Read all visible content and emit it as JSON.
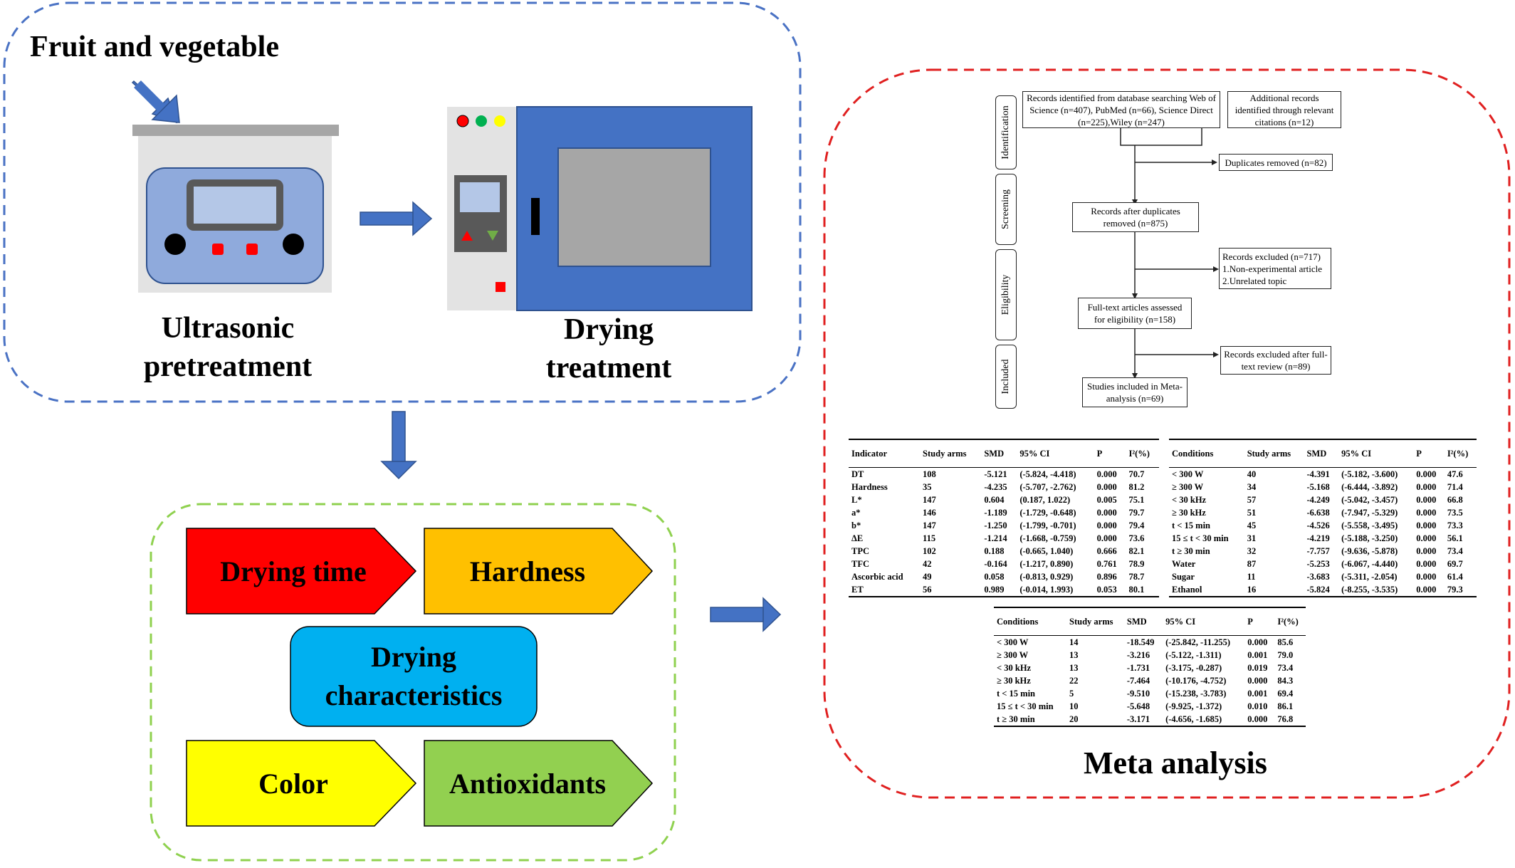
{
  "pretreatment": {
    "source_label": "Fruit and vegetable",
    "ultrasonic_label": "Ultrasonic pretreatment",
    "drying_label": "Drying treatment"
  },
  "outcomes": {
    "drying_time": "Drying time",
    "hardness": "Hardness",
    "drying_characteristics": "Drying characteristics",
    "color": "Color",
    "antioxidants": "Antioxidants"
  },
  "meta": {
    "title": "Meta analysis",
    "prisma": {
      "phases": [
        "Identification",
        "Screening",
        "Eligibility",
        "Included"
      ],
      "db_records": "Records identified from database searching Web of Science (n=407), PubMed (n=66), Science Direct (n=225),Wiley (n=247)",
      "additional_records": "Additional records identified through relevant citations (n=12)",
      "duplicates_removed": "Duplicates removed (n=82)",
      "after_duplicates": "Records after duplicates removed (n=875)",
      "excluded": "Records excluded (n=717)\n1.Non-experimental article\n2.Unrelated topic",
      "fulltext": "Full-text articles assessed for eligibility (n=158)",
      "excluded_fulltext": "Records excluded after full-text review (n=89)",
      "included": "Studies included in Meta-analysis (n=69)"
    },
    "table1": {
      "headers": [
        "Indicator",
        "Study arms",
        "SMD",
        "95% CI",
        "P",
        "I²(%)"
      ],
      "rows": [
        [
          "DT",
          "108",
          "-5.121",
          "(-5.824, -4.418)",
          "0.000",
          "70.7"
        ],
        [
          "Hardness",
          "35",
          "-4.235",
          "(-5.707, -2.762)",
          "0.000",
          "81.2"
        ],
        [
          "L*",
          "147",
          "0.604",
          "(0.187, 1.022)",
          "0.005",
          "75.1"
        ],
        [
          "a*",
          "146",
          "-1.189",
          "(-1.729, -0.648)",
          "0.000",
          "79.7"
        ],
        [
          "b*",
          "147",
          "-1.250",
          "(-1.799, -0.701)",
          "0.000",
          "79.4"
        ],
        [
          "ΔE",
          "115",
          "-1.214",
          "(-1.668, -0.759)",
          "0.000",
          "73.6"
        ],
        [
          "TPC",
          "102",
          "0.188",
          "(-0.665, 1.040)",
          "0.666",
          "82.1"
        ],
        [
          "TFC",
          "42",
          "-0.164",
          "(-1.217, 0.890)",
          "0.761",
          "78.9"
        ],
        [
          "Ascorbic acid",
          "49",
          "0.058",
          "(-0.813, 0.929)",
          "0.896",
          "78.7"
        ],
        [
          "ET",
          "56",
          "0.989",
          "(-0.014, 1.993)",
          "0.053",
          "80.1"
        ]
      ]
    },
    "table2": {
      "headers": [
        "Conditions",
        "Study arms",
        "SMD",
        "95% CI",
        "P",
        "I²(%)"
      ],
      "rows": [
        [
          "< 300 W",
          "40",
          "-4.391",
          "(-5.182, -3.600)",
          "0.000",
          "47.6"
        ],
        [
          "≥ 300 W",
          "34",
          "-5.168",
          "(-6.444, -3.892)",
          "0.000",
          "71.4"
        ],
        [
          "< 30 kHz",
          "57",
          "-4.249",
          "(-5.042, -3.457)",
          "0.000",
          "66.8"
        ],
        [
          "≥ 30 kHz",
          "51",
          "-6.638",
          "(-7.947, -5.329)",
          "0.000",
          "73.5"
        ],
        [
          "t < 15 min",
          "45",
          "-4.526",
          "(-5.558, -3.495)",
          "0.000",
          "73.3"
        ],
        [
          "15 ≤ t < 30 min",
          "31",
          "-4.219",
          "(-5.188, -3.250)",
          "0.000",
          "56.1"
        ],
        [
          "t ≥ 30 min",
          "32",
          "-7.757",
          "(-9.636, -5.878)",
          "0.000",
          "73.4"
        ],
        [
          "Water",
          "87",
          "-5.253",
          "(-6.067, -4.440)",
          "0.000",
          "69.7"
        ],
        [
          "Sugar",
          "11",
          "-3.683",
          "(-5.311, -2.054)",
          "0.000",
          "61.4"
        ],
        [
          "Ethanol",
          "16",
          "-5.824",
          "(-8.255, -3.535)",
          "0.000",
          "79.3"
        ]
      ]
    },
    "table3": {
      "headers": [
        "Conditions",
        "Study arms",
        "SMD",
        "95% CI",
        "P",
        "I²(%)"
      ],
      "rows": [
        [
          "< 300 W",
          "14",
          "-18.549",
          "(-25.842, -11.255)",
          "0.000",
          "85.6"
        ],
        [
          "≥ 300 W",
          "13",
          "-3.216",
          "(-5.122, -1.311)",
          "0.001",
          "79.0"
        ],
        [
          "< 30 kHz",
          "13",
          "-1.731",
          "(-3.175, -0.287)",
          "0.019",
          "73.4"
        ],
        [
          "≥ 30 kHz",
          "22",
          "-7.464",
          "(-10.176, -4.752)",
          "0.000",
          "84.3"
        ],
        [
          "t < 15 min",
          "5",
          "-9.510",
          "(-15.238, -3.783)",
          "0.001",
          "69.4"
        ],
        [
          "15 ≤ t < 30 min",
          "10",
          "-5.648",
          "(-9.925, -1.372)",
          "0.010",
          "86.1"
        ],
        [
          "t ≥ 30 min",
          "20",
          "-3.171",
          "(-4.656, -1.685)",
          "0.000",
          "76.8"
        ]
      ]
    }
  },
  "colors": {
    "panel_blue": "#4a72c4",
    "panel_green": "#8fd14f",
    "panel_red": "#e02020",
    "arrow_blue": "#4472c4",
    "tag_red": "#ff0000",
    "tag_orange": "#ffc000",
    "tag_cyan": "#00b0f0",
    "tag_yellow": "#ffff00",
    "tag_green": "#92d050"
  }
}
